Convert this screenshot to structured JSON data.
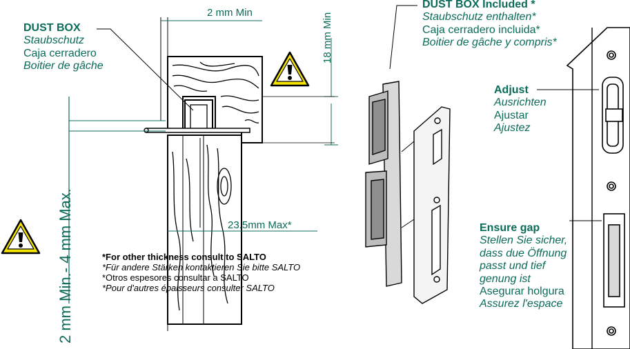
{
  "dust_box_section": {
    "title": "DUST BOX",
    "de": "Staubschutz",
    "es": "Caja cerradero",
    "fr": "Boitier de gâche"
  },
  "dims": {
    "min_gap": "2 mm Min",
    "min_depth": "18 mm Min",
    "max_offset": "23.5mm Max*",
    "range": "2 mm Min.- 4 mm Max."
  },
  "note": {
    "en": "*For other thickness consult to SALTO",
    "de": "*Für andere Stärken kontaktieren Sie bitte SALTO",
    "es": "*Otros espesores consultar a SALTO",
    "fr": "*Pour d'autres épaisseurs consulter SALTO"
  },
  "dust_box_included": {
    "title": "DUST BOX Included *",
    "de": "Staubschutz enthalten*",
    "es": "Caja cerradero incluida*",
    "fr": "Boitier de gâche y compris*"
  },
  "adjust": {
    "title": "Adjust",
    "de": "Ausrichten",
    "es": "Ajustar",
    "fr": "Ajustez"
  },
  "gap": {
    "title": "Ensure gap",
    "de_1": "Stellen Sie sicher,",
    "de_2": "dass due Öffnung",
    "de_3": "passt und tief",
    "de_4": "genung ist",
    "es": "Asegurar holgura",
    "fr": "Assurez l'espace"
  },
  "colors": {
    "accent": "#0b6b59",
    "warning": "#f5e400",
    "line": "#000000"
  },
  "icons": [
    "warning-triangle-icon"
  ]
}
